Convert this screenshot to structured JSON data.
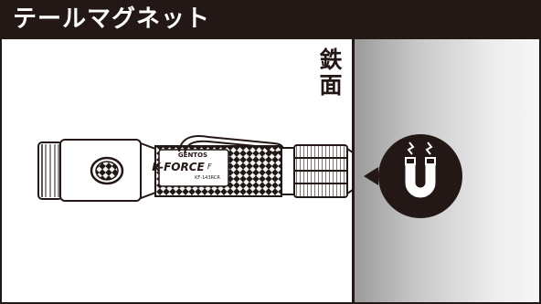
{
  "header": {
    "title": "テールマグネット"
  },
  "wall_label": {
    "char1": "鉄",
    "char2": "面"
  },
  "flashlight": {
    "brand": "GENTOS",
    "model": "K-FORCE",
    "model_suffix": "F",
    "code": "KF-143RCR"
  },
  "icons": {
    "magnet": "magnet-icon",
    "attraction": "spark-icon"
  },
  "colors": {
    "dark": "#231815",
    "wall_light": "#f7f7f7",
    "wall_dark": "#9a9a9a"
  }
}
